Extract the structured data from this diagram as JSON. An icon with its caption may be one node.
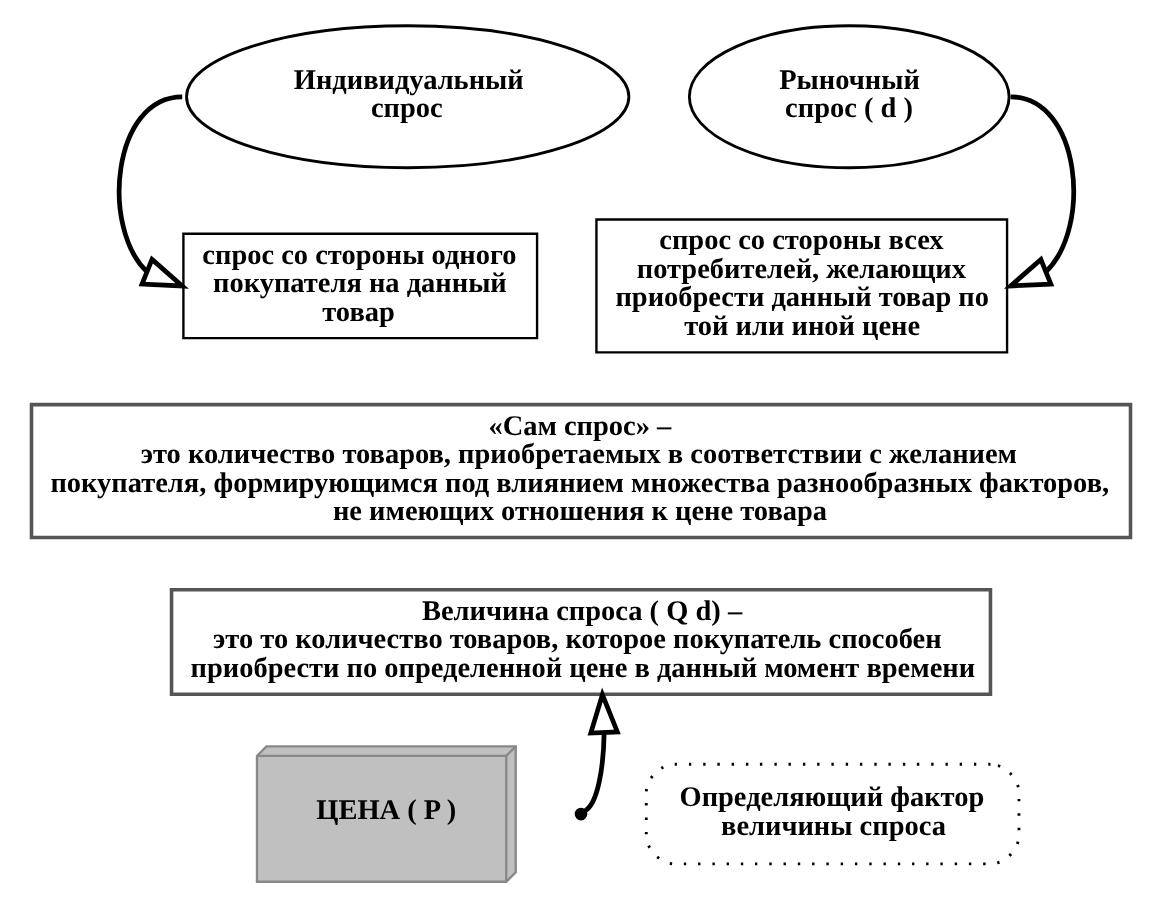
{
  "diagram": {
    "nodes": [
      {
        "text": [
          "Индивидуальный спрос"
        ]
      },
      {
        "text": [
          "спрос со стороны одного покупателя на данный товар"
        ]
      },
      {
        "text": [
          "Рыночный спрос ( d )"
        ]
      },
      {
        "text": [
          "спрос со стороны всех потребителей, желающих приобрести данный товар по той или иной цене"
        ]
      },
      {
        "text": [
          "«Сам спрос» –",
          "это количество товаров, приобретаемых в соответствии с желанием покупателя, формирующимся под влиянием множества разнообразных факторов, не имеющих отношения к цене товара"
        ]
      },
      {
        "text": [
          "Величина спроса ( Q d) –",
          "это то количество товаров, которое покупатель способен приобрести по определенной цене в данный момент времени"
        ]
      },
      {
        "text": [
          "ЦЕНА ( P )"
        ]
      },
      {
        "text": [
          "Определяющий фактор величины спроса"
        ]
      }
    ],
    "edges": [
      {
        "from": 0,
        "to": 1,
        "arrow": "to"
      },
      {
        "from": 2,
        "to": 3,
        "arrow": "to"
      },
      {
        "from": null,
        "to": 5,
        "arrow": "to"
      }
    ]
  }
}
